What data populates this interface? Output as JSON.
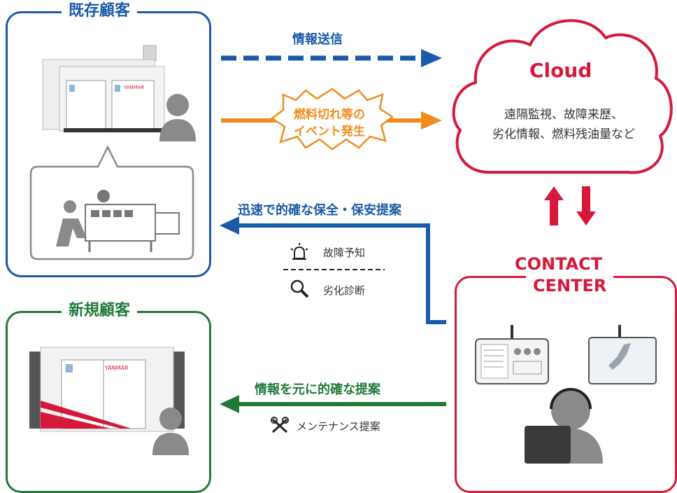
{
  "existing": {
    "title": "既存顧客"
  },
  "new": {
    "title": "新規顧客"
  },
  "cloud": {
    "title": "Cloud",
    "line1": "遠隔監視、故障来歴、",
    "line2": "劣化情報、燃料残油量など"
  },
  "contact": {
    "title_line1": "CONTACT",
    "title_line2": "CENTER"
  },
  "arrows": {
    "send": "情報送信",
    "event_line1": "燃料切れ等の",
    "event_line2": "イベント発生",
    "proposal": "迅速で的確な保全・保安提案",
    "new_proposal": "情報を元に的確な提案"
  },
  "features": {
    "failure": "故障予知",
    "degrade": "劣化診断",
    "maintenance": "メンテナンス提案"
  },
  "brand": {
    "logo": "YANMAR"
  },
  "colors": {
    "blue": "#1a5aa8",
    "green": "#1f7a3a",
    "red": "#d6193a",
    "orange": "#f08c1e",
    "gray": "#8a8a8a"
  }
}
